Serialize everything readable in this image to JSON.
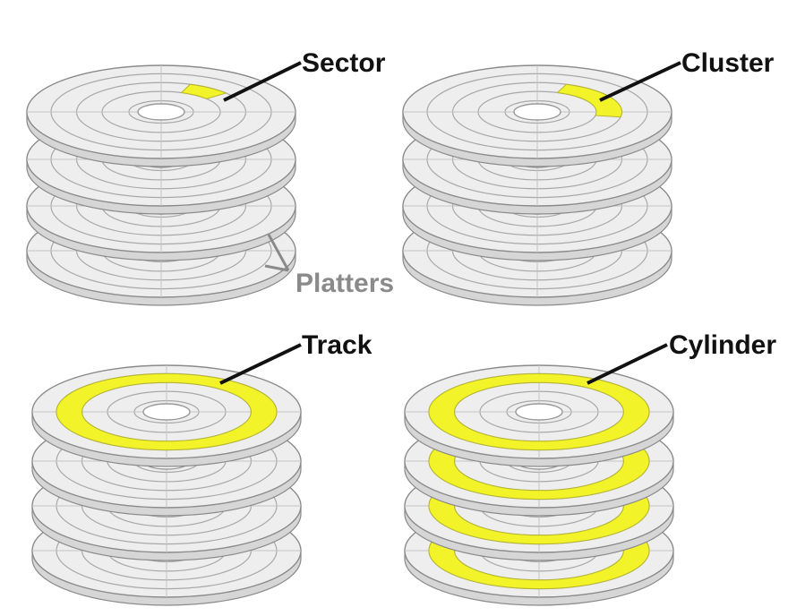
{
  "colors": {
    "highlight": "#f3f32a",
    "highlight_stroke": "#b5b52a",
    "platter_fill": "#eeeeee",
    "platter_edge": "#8a8a8a",
    "ring_line": "#a8a8a8",
    "callout_line": "#111111",
    "label_dark": "#111111",
    "label_gray": "#8a8a8a"
  },
  "panels": [
    {
      "id": "sector",
      "label": "Sector",
      "highlight": "sector",
      "platters": 4
    },
    {
      "id": "cluster",
      "label": "Cluster",
      "highlight": "cluster",
      "platters": 4
    },
    {
      "id": "track",
      "label": "Track",
      "highlight": "track",
      "platters": 4
    },
    {
      "id": "cylinder",
      "label": "Cylinder",
      "highlight": "cylinder",
      "platters": 4
    }
  ],
  "platters_label": "Platters"
}
